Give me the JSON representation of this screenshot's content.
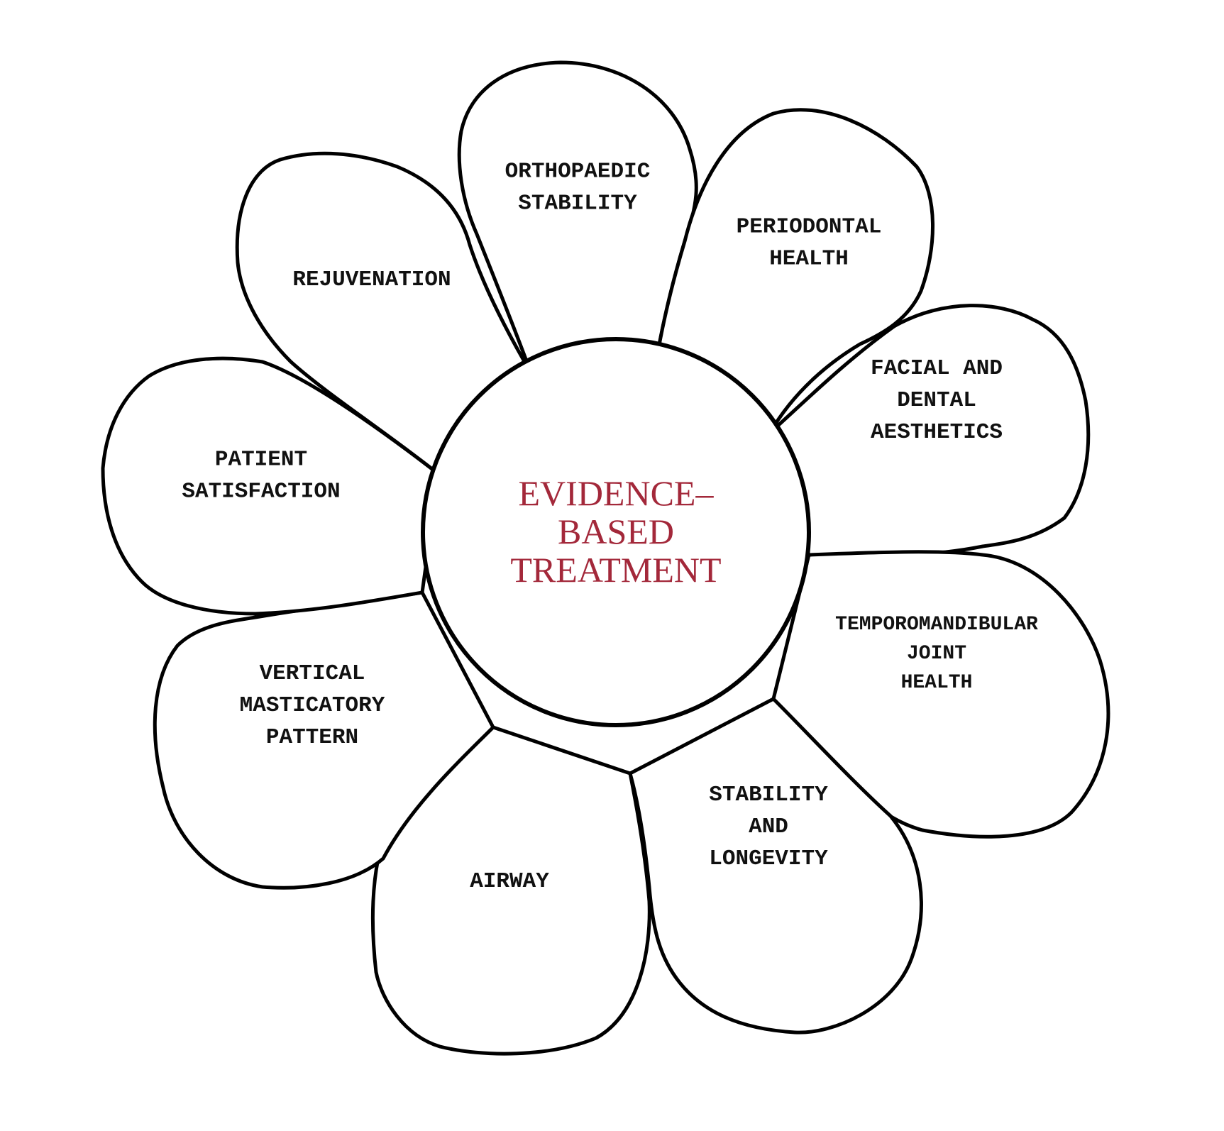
{
  "center": {
    "lines": [
      "EVIDENCE–",
      "BASED",
      "TREATMENT"
    ],
    "color": "#a3283a"
  },
  "petals": [
    {
      "id": "orthopaedic-stability",
      "lines": [
        "ORTHOPAEDIC",
        "STABILITY"
      ]
    },
    {
      "id": "periodontal-health",
      "lines": [
        "PERIODONTAL",
        "HEALTH"
      ]
    },
    {
      "id": "facial-and-dental-aesthetics",
      "lines": [
        "FACIAL AND",
        "DENTAL",
        "AESTHETICS"
      ]
    },
    {
      "id": "temporomandibular-joint-health",
      "lines": [
        "TEMPOROMANDIBULAR",
        "JOINT",
        "HEALTH"
      ]
    },
    {
      "id": "stability-and-longevity",
      "lines": [
        "STABILITY",
        "AND",
        "LONGEVITY"
      ]
    },
    {
      "id": "airway",
      "lines": [
        "AIRWAY"
      ]
    },
    {
      "id": "vertical-masticatory-pattern",
      "lines": [
        "VERTICAL",
        "MASTICATORY",
        "PATTERN"
      ]
    },
    {
      "id": "patient-satisfaction",
      "lines": [
        "PATIENT",
        "SATISFACTION"
      ]
    },
    {
      "id": "rejuvenation",
      "lines": [
        "REJUVENATION"
      ]
    }
  ]
}
